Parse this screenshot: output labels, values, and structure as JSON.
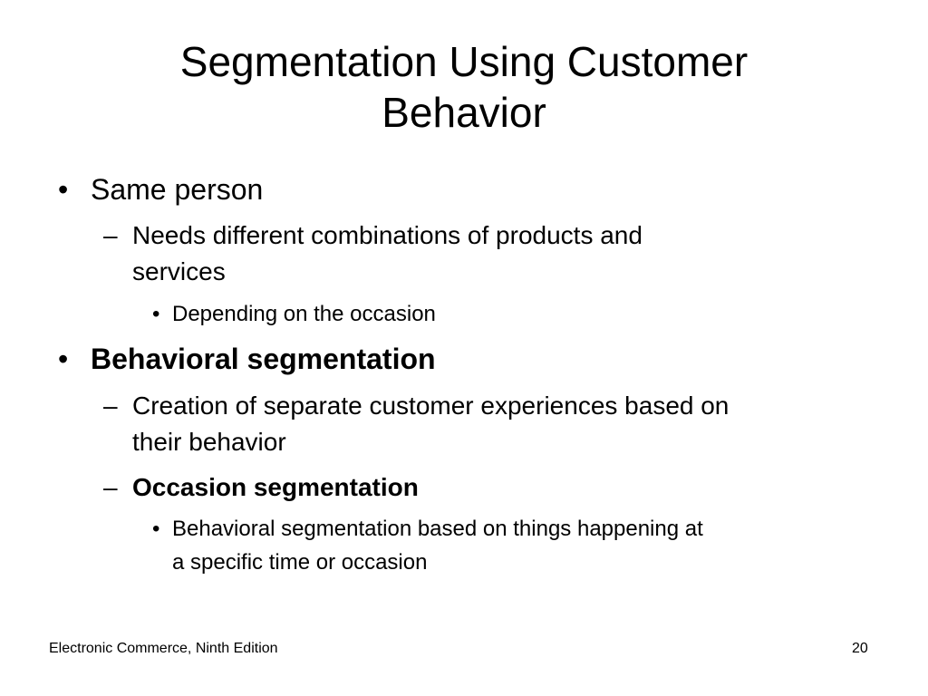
{
  "slide": {
    "title_line1": "Segmentation Using Customer",
    "title_line2": "Behavior",
    "bullet_char": "•",
    "dash_char": "–",
    "items": [
      {
        "text": "Same person"
      },
      {
        "line1": "Needs different combinations of products and",
        "line2": "services"
      },
      {
        "text": "Depending on the occasion"
      },
      {
        "text": "Behavioral segmentation"
      },
      {
        "line1": "Creation of separate customer experiences based on",
        "line2": "their behavior"
      },
      {
        "text": "Occasion segmentation"
      },
      {
        "line1": "Behavioral segmentation based on things happening at",
        "line2": "a specific time or occasion"
      }
    ],
    "footer_left": "Electronic Commerce, Ninth Edition",
    "page_number": "20"
  }
}
